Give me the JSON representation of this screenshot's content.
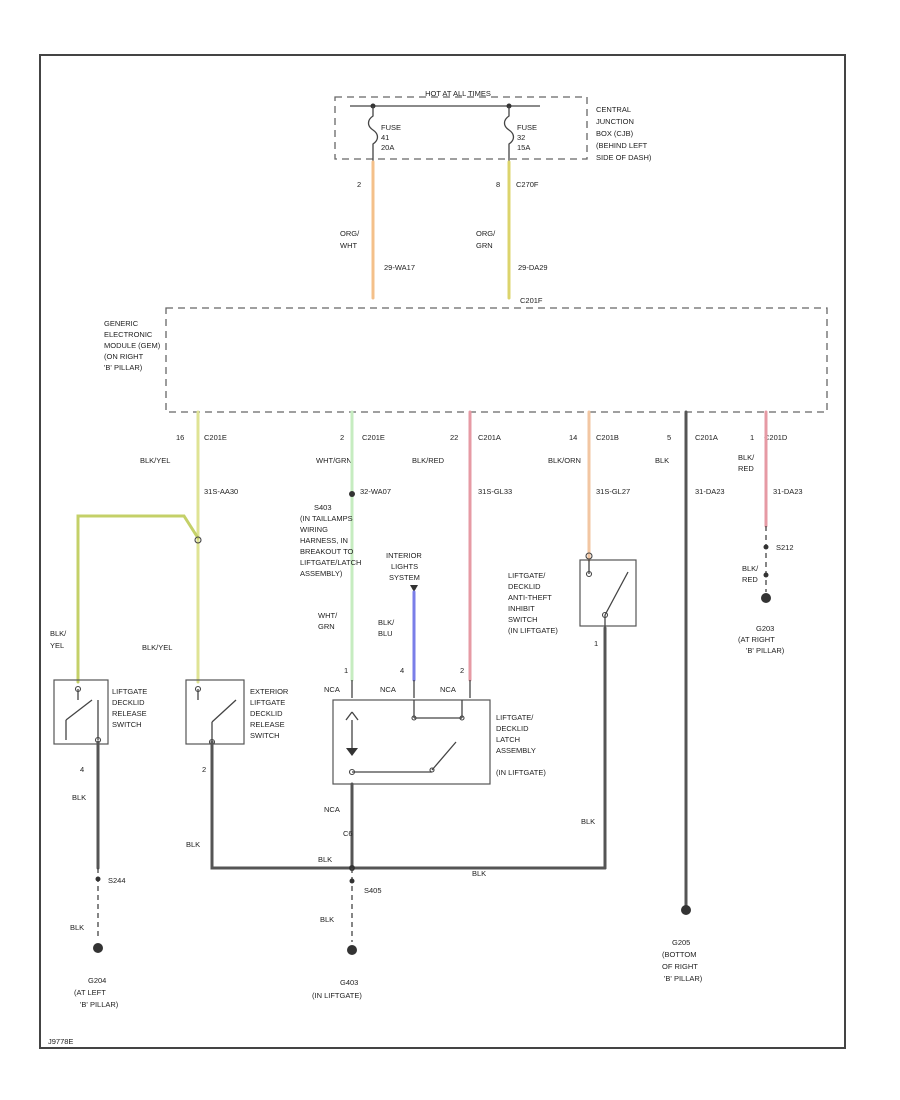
{
  "colors": {
    "orange_white": "#f4c08a",
    "orange_green": "#dcd46c",
    "black_yellow": "#dfe394",
    "white_green": "#c6ecc0",
    "black_red": "#e69aa4",
    "black_orange": "#f2c6a2",
    "black_blue": "#7a7ee8",
    "black": "#555555",
    "black_yellow_left": "#c4d068"
  },
  "cjb": {
    "header": "HOT AT ALL TIMES",
    "fuse1": {
      "line1": "FUSE",
      "line2": "41",
      "line3": "20A"
    },
    "fuse2": {
      "line1": "FUSE",
      "line2": "32",
      "line3": "15A"
    },
    "label": [
      "CENTRAL",
      "JUNCTION",
      "BOX (CJB)",
      "(BEHIND LEFT",
      "SIDE OF DASH)"
    ],
    "pin1": "2",
    "pin2": "8",
    "pin2_conn": "C270F"
  },
  "wires_top": {
    "w1": {
      "color": [
        "ORG/",
        "WHT"
      ],
      "circuit": "29-WA17"
    },
    "w2": {
      "color": [
        "ORG/",
        "GRN"
      ],
      "circuit": "29-DA29"
    }
  },
  "gem": {
    "label": [
      "GENERIC",
      "ELECTRONIC",
      "MODULE (GEM)",
      "(ON RIGHT",
      "'B' PILLAR)"
    ],
    "top_conn": "C201F",
    "pins": [
      {
        "pin": "16",
        "conn": "C201E",
        "color": "BLK/YEL",
        "circuit": "31S-AA30"
      },
      {
        "pin": "2",
        "conn": "C201E",
        "color": "WHT/GRN",
        "circuit": "32-WA07"
      },
      {
        "pin": "22",
        "conn": "C201A",
        "color": "BLK/RED",
        "circuit": "31S-GL33"
      },
      {
        "pin": "14",
        "conn": "C201B",
        "color": "BLK/ORN",
        "circuit": "31S-GL27"
      },
      {
        "pin": "5",
        "conn": "C201A",
        "color": "BLK",
        "circuit": "31-DA23"
      },
      {
        "pin": "1",
        "conn": "C201D",
        "color": "BLK/RED",
        "circuit": "31-DA23"
      }
    ]
  },
  "s403": {
    "id": "S403",
    "text": [
      "(IN TAILLAMPS",
      "WIRING",
      "HARNESS, IN",
      "BREAKOUT TO",
      "LIFTGATE/LATCH",
      "ASSEMBLY)"
    ]
  },
  "interior_lights": [
    "INTERIOR",
    "LIGHTS",
    "SYSTEM"
  ],
  "blk_blu": [
    "BLK/",
    "BLU"
  ],
  "wht_grn_low": [
    "WHT/",
    "GRN"
  ],
  "blk_yel_left": [
    "BLK/",
    "YEL"
  ],
  "blk_yel_mid": "BLK/YEL",
  "sw_left": {
    "label": [
      "LIFTGATE",
      "DECKLID",
      "RELEASE",
      "SWITCH"
    ],
    "pin_bottom": "4"
  },
  "sw_ext": {
    "label": [
      "EXTERIOR",
      "LIFTGATE",
      "DECKLID",
      "RELEASE",
      "SWITCH"
    ],
    "pin_bottom": "2"
  },
  "latch": {
    "label": [
      "LIFTGATE/",
      "DECKLID",
      "LATCH",
      "ASSEMBLY",
      "(IN LIFTGATE)"
    ],
    "pins": [
      "1",
      "4",
      "2"
    ],
    "nca": "NCA"
  },
  "anti_theft": {
    "label": [
      "LIFTGATE/",
      "DECKLID",
      "ANTI-THEFT",
      "INHIBIT",
      "SWITCH",
      "(IN LIFTGATE)"
    ],
    "pin": "1"
  },
  "s212": {
    "id": "S212",
    "wire": [
      "BLK/",
      "RED"
    ],
    "ground": "G203",
    "ground_loc": [
      "(AT RIGHT",
      "'B' PILLAR)"
    ]
  },
  "g204": {
    "splice": "S244",
    "wire": "BLK",
    "ground": "G204",
    "loc": [
      "(AT LEFT",
      "'B' PILLAR)"
    ]
  },
  "g403": {
    "splice": "S405",
    "wire": "BLK",
    "ground": "G403",
    "loc": "(IN LIFTGATE)",
    "nca": "NCA",
    "pin": "C6"
  },
  "g205": {
    "ground": "G205",
    "loc": [
      "(BOTTOM",
      "OF RIGHT",
      "'B' PILLAR)"
    ]
  },
  "blk_labels": {
    "bus": "BLK",
    "left_bus": "BLK",
    "right_drop": "BLK",
    "junction": "BLK",
    "left_top": "BLK"
  },
  "footer_id": "J9778E"
}
